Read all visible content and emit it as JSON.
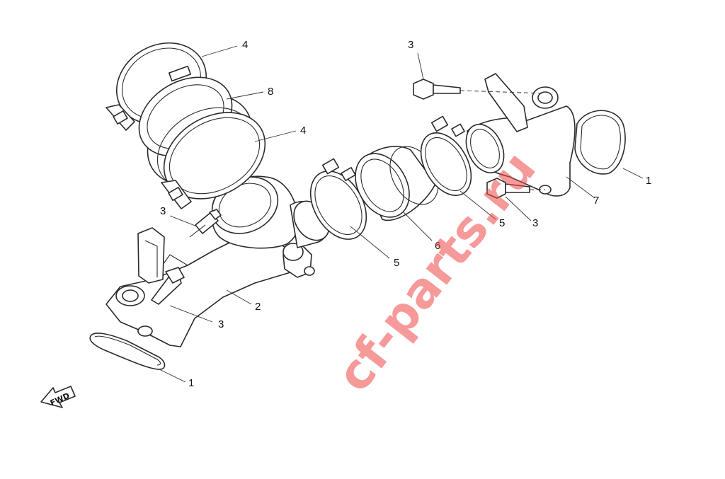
{
  "diagram": {
    "callouts": [
      "4",
      "8",
      "4",
      "3",
      "3",
      "2",
      "1",
      "5",
      "6",
      "3",
      "5",
      "3",
      "1",
      "7"
    ],
    "direction_label": "FWD",
    "watermark": "cf-parts.ru",
    "watermark_color": "#ee4646"
  }
}
